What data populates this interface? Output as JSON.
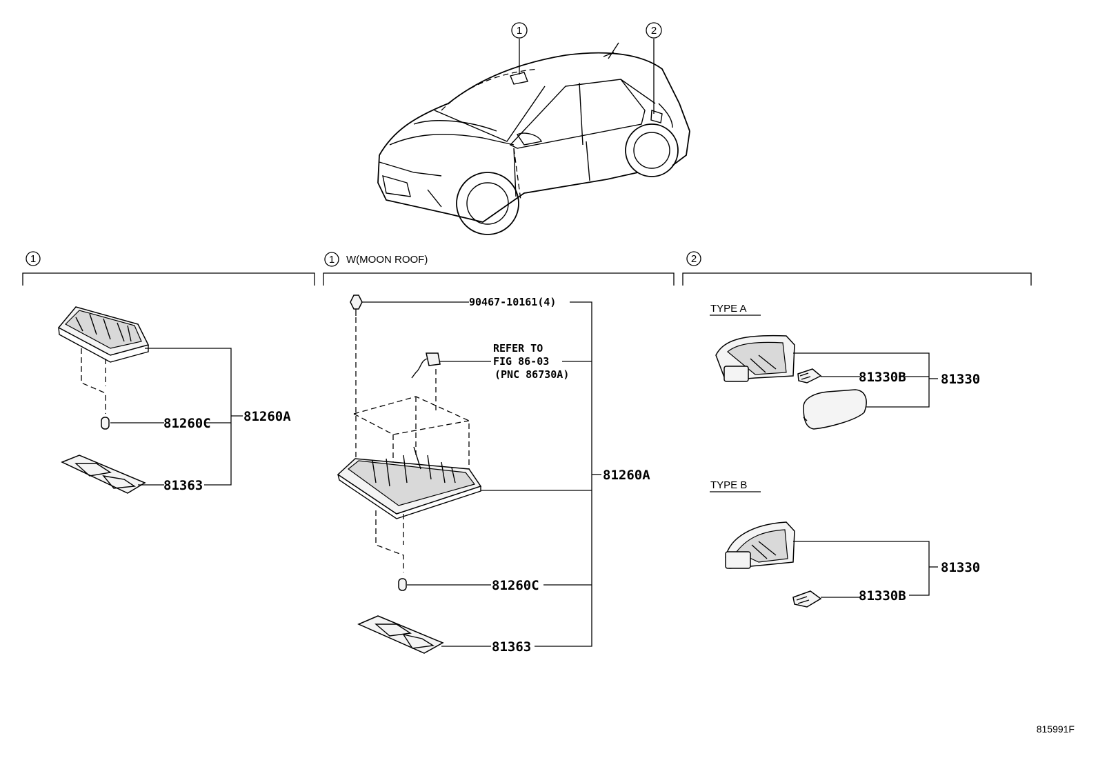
{
  "callouts": {
    "c1": "1",
    "c2": "2"
  },
  "sections": {
    "s1": {
      "num": "1",
      "title": ""
    },
    "s2": {
      "num": "1",
      "title": "W(MOON ROOF)"
    },
    "s3": {
      "num": "2",
      "title": ""
    }
  },
  "left": {
    "p_81260A": "81260A",
    "p_81260C": "81260C",
    "p_81363": "81363"
  },
  "middle": {
    "p_clip": "90467-10161(4)",
    "refer_line1": "REFER TO",
    "refer_line2": "FIG 86-03",
    "refer_line3": "(PNC 86730A)",
    "p_81260A": "81260A",
    "p_81260C": "81260C",
    "p_81363": "81363"
  },
  "right": {
    "type_a": "TYPE A",
    "type_b": "TYPE B",
    "a_81330B": "81330B",
    "a_81330": "81330",
    "b_81330": "81330",
    "b_81330B": "81330B"
  },
  "footer": {
    "code": "815991F"
  }
}
